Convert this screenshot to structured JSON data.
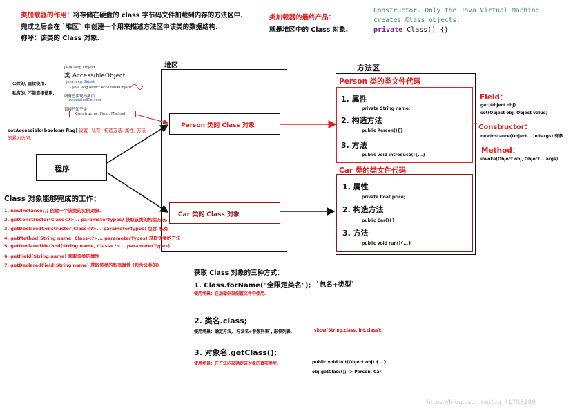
{
  "top": {
    "loader_role_title": "类加载器的作用：",
    "loader_role_text": "将存储在硬盘的 class 字节码文件加载到内存的方法区中.",
    "loader_role_line2": "完成之后会在 `堆区` 中创建一个用来描述方法区中该类的数据结构.",
    "loader_role_line3": "称呼：该类的 Class 对象.",
    "final_product_title": "类加载器的最终产品：",
    "final_product_text": "就是堆区中的 Class 对象.",
    "code_comment_1": "Constructor. Only the Java Virtual Machine",
    "code_comment_2": "creates Class objects.",
    "code_keyword": "private",
    "code_rest": "Class() {}"
  },
  "snippet": {
    "line1": "java.lang.Object",
    "line2": "类 AccessibleObject",
    "line3": "java.lang.Object",
    "line4": "└ java.lang.reflect.AccessibleObject",
    "line5": "所有已实现的接口：",
    "line6": "AnnotatedElement",
    "line7": "直接已知子类：",
    "line8": "Constructor, Field, Method",
    "public_note": "公共的, 直接使用.",
    "private_note": "私有的, 不能直接使用.",
    "set_accessible_label": "setAccessible(boolean flag)",
    "set_accessible_desc": "设置 `私有` 构造方法, 属性, 方法",
    "set_accessible_desc2": "的暴力访问."
  },
  "program_label": "程序",
  "heap": {
    "title": "堆区",
    "person_obj": "Person 类的 Class 对象",
    "car_obj": "Car 类的 Class 对象"
  },
  "method_area": {
    "title": "方法区",
    "person_header": "Person 类的类文件代码",
    "car_header": "Car 类的类文件代码",
    "person_attr_title": "1. 属性",
    "person_attr_code": "private String name;",
    "person_ctor_title": "2. 构造方法",
    "person_ctor_code": "public Person(){}",
    "person_method_title": "3. 方法",
    "person_method_code": "public void introduce(){...}",
    "car_attr_title": "1. 属性",
    "car_attr_code": "private float price;",
    "car_ctor_title": "2. 构造方法",
    "car_ctor_code": "public Car(){}",
    "car_method_title": "3. 方法",
    "car_method_code": "public void run(){...}"
  },
  "right_panel": {
    "field_title": "Field：",
    "field_1": "get(Object obj)",
    "field_2": "set(Object obj, Object value)",
    "ctor_title": "Constructor：",
    "ctor_1": "newInstance(Object... initargs) 有参",
    "method_title": "Method：",
    "method_1": "invoke(Object obj, Object... args)"
  },
  "capabilities": {
    "title": "Class 对象能够完成的工作：",
    "items": [
      "1. newInstance(); 创建一个该类的实例对象.",
      "2. getConstructor(Class<?>... parameterTypes) 获取该类的构造方法.",
      "3. getDeclaredConstructor(Class<?>... parameterTypes) 包含`私有`",
      "4. getMethod(String name, Class<?>... parameterTypes) 获取该类的方法",
      "5. getDeclaredMethod(String name, Class<?>... parameterTypes)",
      "6. getField(String name) 获取该类的属性",
      "7. getDeclaredField(String name) 获取该类的私有属性 (包含公共的)"
    ]
  },
  "ways": {
    "title": "获取 Class 对象的三种方式：",
    "way1_title": "1. Class.forName(\"全限定类名\");",
    "way1_hint": "`包名+类型`",
    "way1_scene": "使用场景：在加载外部配置文件中使用.",
    "way2_title": "2. 类名.class;",
    "way2_scene": "使用场景：确定方法, `方法名+参数列表`, 形参列表.",
    "way2_example": "show(String.class, int.class);",
    "way3_title": "3. 对象名.getClass();",
    "way3_scene": "使用场景：在方法内部确定该对象的真实类型.",
    "way3_example1": "public void init(Object obj) {...}",
    "way3_example2": "obj.getClass(); -> Person, Car"
  },
  "watermark": "https://blog.csdn.net/qq_41758289",
  "colors": {
    "accent_red": "#e02020",
    "dark_red": "#8b1a1a",
    "code_green": "#3c8c6a",
    "keyword_purple": "#7a1e9a"
  }
}
